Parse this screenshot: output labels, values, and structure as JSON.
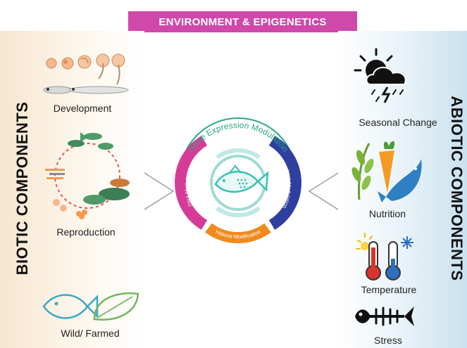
{
  "banner": {
    "title": "ENVIRONMENT & EPIGENETICS"
  },
  "biotic": {
    "title": "BIOTIC COMPONENTS",
    "items": [
      {
        "label": "Development",
        "icon": "fish-embryo-development-icon"
      },
      {
        "label": "Reproduction",
        "icon": "fish-life-cycle-icon"
      },
      {
        "label": "Wild/ Farmed",
        "icon": "fish-and-leaf-icon"
      }
    ]
  },
  "abiotic": {
    "title": "ABIOTIC COMPONENTS",
    "items": [
      {
        "label": "Seasonal Change",
        "icon": "sun-cloud-storm-icon"
      },
      {
        "label": "Nutrition",
        "icon": "wheat-carrot-fish-icon"
      },
      {
        "label": "Temperature",
        "icon": "thermometer-sun-snow-icon"
      },
      {
        "label": "Stress",
        "icon": "fish-skeleton-icon"
      }
    ]
  },
  "center": {
    "title": "Gene Expression Modulation",
    "segments": [
      {
        "label": "DNA Methylation",
        "color": "#d63b97"
      },
      {
        "label": "Histone Modification",
        "color": "#f08a1e"
      },
      {
        "label": "ncRNA Modulation",
        "color": "#2f3f9f"
      }
    ],
    "accent_green": "#2aa784",
    "accent_teal": "#36c1b0"
  }
}
